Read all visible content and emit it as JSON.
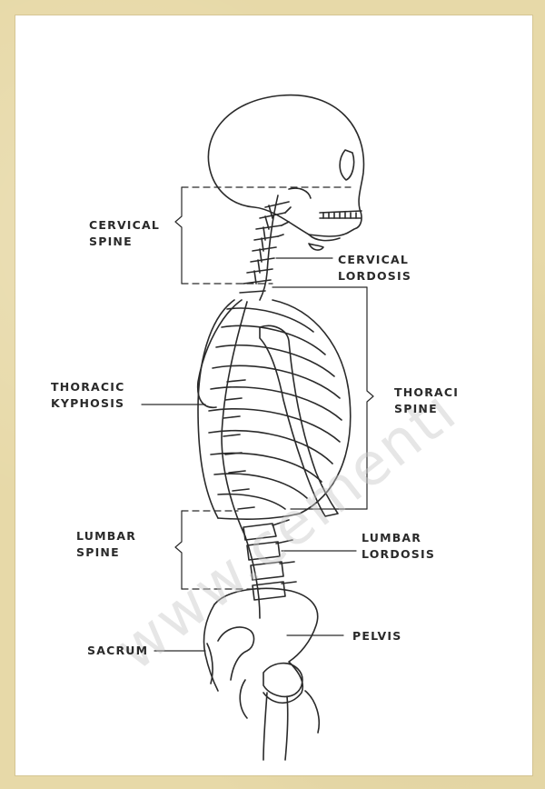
{
  "labels": {
    "cervical_spine": [
      "CERVICAL",
      "SPINE"
    ],
    "cervical_lordosis": [
      "CERVICAL",
      "LORDOSIS"
    ],
    "thoracic_kyphosis": [
      "THORACIC",
      "KYPHOSIS"
    ],
    "thoracic_spine": [
      "THORACI",
      "SPINE"
    ],
    "lumbar_spine": [
      "LUMBAR",
      "SPINE"
    ],
    "lumbar_lordosis": [
      "LUMBAR",
      "LORDOSIS"
    ],
    "sacrum": "SACRUM",
    "pelvis": "PELVIS"
  },
  "watermark": "www.cementi",
  "colors": {
    "background": "#e7d9a8",
    "paper": "#ffffff",
    "line": "#2a2a2a",
    "watermark": "#c8c8c8"
  }
}
